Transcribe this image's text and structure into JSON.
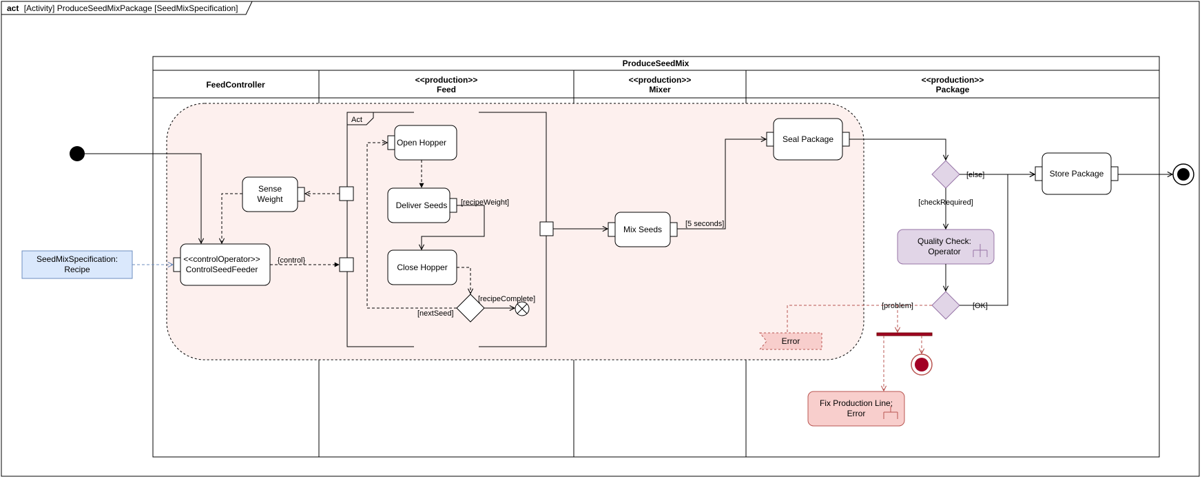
{
  "frame": {
    "keyword": "act",
    "title": "[Activity] ProduceSeedMixPackage [SeedMixSpecification]"
  },
  "pool": {
    "title": "ProduceSeedMix",
    "lanes": [
      {
        "stereotype": "",
        "name": "FeedController"
      },
      {
        "stereotype": "<<production>>",
        "name": "Feed"
      },
      {
        "stereotype": "<<production>>",
        "name": "Mixer"
      },
      {
        "stereotype": "<<production>>",
        "name": "Package"
      }
    ]
  },
  "interruptible_region": {
    "inner_frame_label": "Act"
  },
  "object_node": {
    "line1": "SeedMixSpecification:",
    "line2": "Recipe"
  },
  "actions": {
    "sense_weight": {
      "line1": "Sense",
      "line2": "Weight"
    },
    "control_seed_feeder": {
      "line1": "<<controlOperator>>",
      "line2": "ControlSeedFeeder"
    },
    "open_hopper": "Open Hopper",
    "deliver_seeds": "Deliver Seeds",
    "close_hopper": "Close Hopper",
    "mix_seeds": "Mix Seeds",
    "seal_package": "Seal Package",
    "store_package": "Store Package",
    "quality_check": {
      "line1": "Quality Check:",
      "line2": "Operator"
    },
    "fix_production_line": {
      "line1": "Fix Production Line;",
      "line2": "Error"
    }
  },
  "signal": {
    "error": "Error"
  },
  "guards": {
    "control": "{control}",
    "recipe_weight": "[recipeWeight]",
    "recipe_complete": "[recipeComplete]",
    "next_seed": "[nextSeed]",
    "five_seconds": "[5 seconds]",
    "else": "[else]",
    "check_required": "[checkRequired]",
    "ok": "[OK]",
    "problem": "[problem]"
  },
  "colors": {
    "region_fill": "#fdf0ee",
    "object_fill": "#dae8fc",
    "object_stroke": "#6c8ebf",
    "purple_fill": "#e1d5e7",
    "purple_stroke": "#9673a6",
    "red_fill": "#f8cecc",
    "red_stroke": "#b85450",
    "dark_red": "#a20025"
  }
}
